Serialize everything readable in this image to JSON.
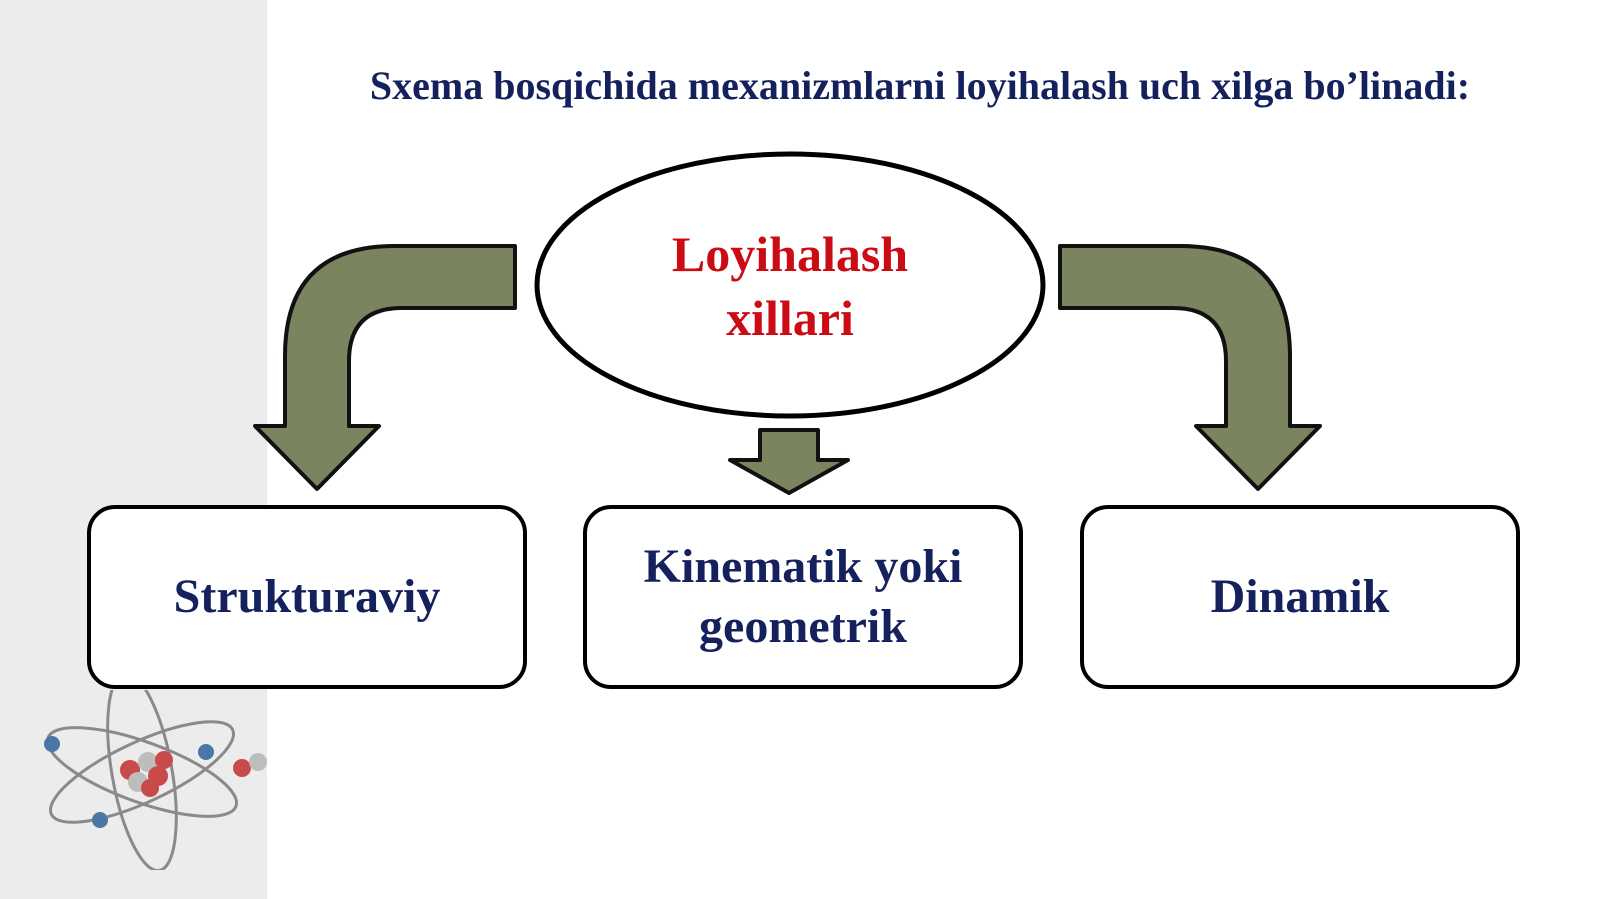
{
  "slide": {
    "title": "Sxema bosqichida mexanizmlarni loyihalash uch xilga bo’linadi:"
  },
  "diagram": {
    "center": {
      "line1": "Loyihalash",
      "line2": "xillari"
    },
    "boxes": [
      {
        "line1": "Strukturaviy",
        "line2": ""
      },
      {
        "line1": "Kinematik yoki",
        "line2": "geometrik"
      },
      {
        "line1": "Dinamik",
        "line2": ""
      }
    ],
    "colors": {
      "arrow_fill": "#7a8560",
      "title_text": "#15215c",
      "center_text": "#cc0c14",
      "box_text": "#15215c"
    }
  },
  "decoration": {
    "icon": "atom-icon"
  }
}
